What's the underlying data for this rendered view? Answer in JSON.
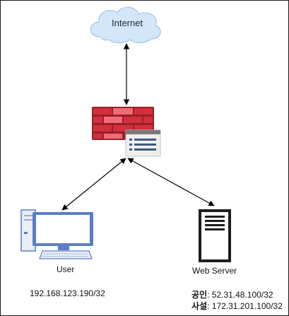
{
  "nodes": {
    "internet": {
      "label": "Internet"
    },
    "user": {
      "label": "User",
      "ip": "192.168.123.190/32"
    },
    "web_server": {
      "label": "Web Server",
      "public_key": "공인",
      "public_ip": "52.31.48.100/32",
      "private_key": "사설",
      "private_ip": "172.31.201.100/32"
    }
  },
  "colors": {
    "cloud_fill": "#d4e7f9",
    "cloud_stroke": "#7ba7d8",
    "firewall_red": "#d32f3c",
    "firewall_dark": "#9a1e28",
    "monitor_blue": "#5a7fc6",
    "monitor_screen": "#ffffff",
    "server_dark": "#1d1d1d",
    "arrow": "#000000"
  },
  "icons": [
    "cloud-icon",
    "firewall-icon",
    "desktop-computer-icon",
    "server-icon"
  ]
}
